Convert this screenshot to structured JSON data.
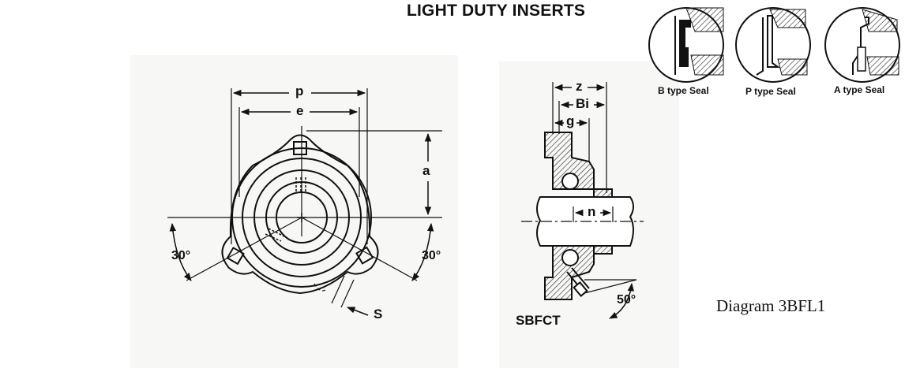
{
  "header": {
    "title": "LIGHT DUTY INSERTS"
  },
  "caption": {
    "text": "Diagram 3BFL1"
  },
  "seals": [
    {
      "label": "B type Seal",
      "icon": "b-type-seal-icon"
    },
    {
      "label": "P type Seal",
      "icon": "p-type-seal-icon"
    },
    {
      "label": "A type Seal",
      "icon": "a-type-seal-icon"
    }
  ],
  "front_view": {
    "dim_p": "p",
    "dim_e": "e",
    "dim_a": "a",
    "dim_s": "S",
    "angle_left": "30°",
    "angle_right": "30°"
  },
  "side_view": {
    "dim_z": "z",
    "dim_bi": "Bi",
    "dim_g": "g",
    "dim_n": "n",
    "angle": "50°",
    "model": "SBFCT"
  },
  "colors": {
    "ink": "#111111",
    "paper": "#ffffff",
    "hatch": "#222222"
  }
}
